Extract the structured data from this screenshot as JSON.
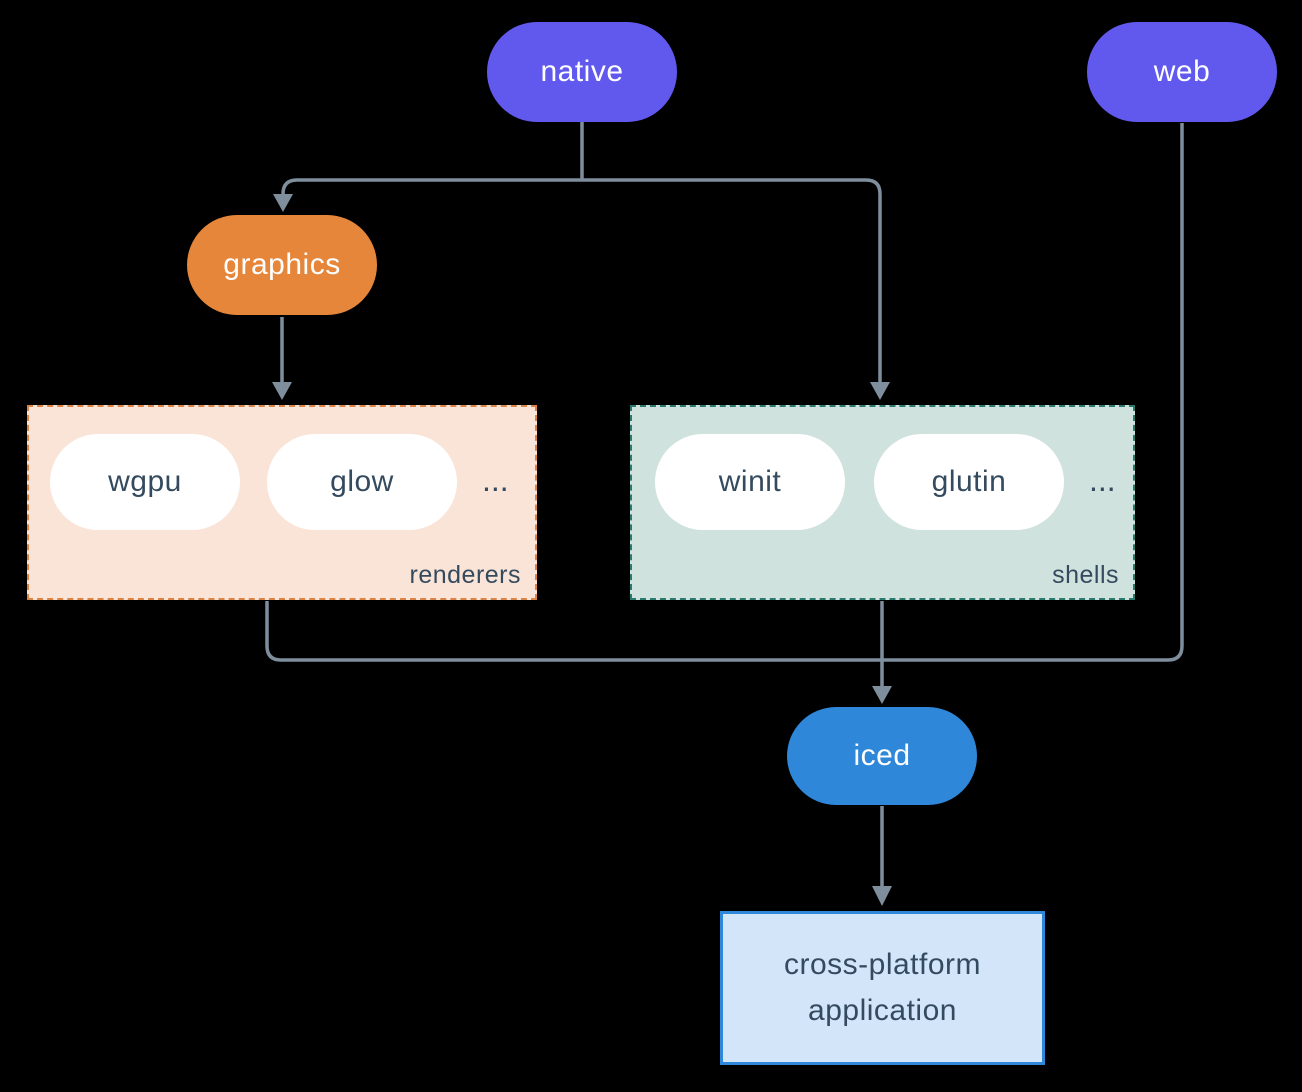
{
  "diagram": {
    "nodes": {
      "native": {
        "label": "native"
      },
      "web": {
        "label": "web"
      },
      "graphics": {
        "label": "graphics"
      },
      "iced": {
        "label": "iced"
      },
      "app": {
        "line1": "cross-platform",
        "line2": "application"
      }
    },
    "groups": {
      "renderers": {
        "label": "renderers",
        "items": [
          "wgpu",
          "glow"
        ],
        "ellipsis": "..."
      },
      "shells": {
        "label": "shells",
        "items": [
          "winit",
          "glutin"
        ],
        "ellipsis": "..."
      }
    },
    "colors": {
      "background": "#000000",
      "purple": "#6159ee",
      "orange": "#e5863a",
      "blue": "#2e87d8",
      "peach_bg": "#f9e4d7",
      "peach_border": "#db8445",
      "sage_bg": "#d0e2dd",
      "sage_border": "#2a7a6e",
      "app_bg": "#d3e5f8",
      "pill_text_light": "#ffffff",
      "pill_text_dark": "#344a5e",
      "line": "#7e8e9c"
    }
  }
}
